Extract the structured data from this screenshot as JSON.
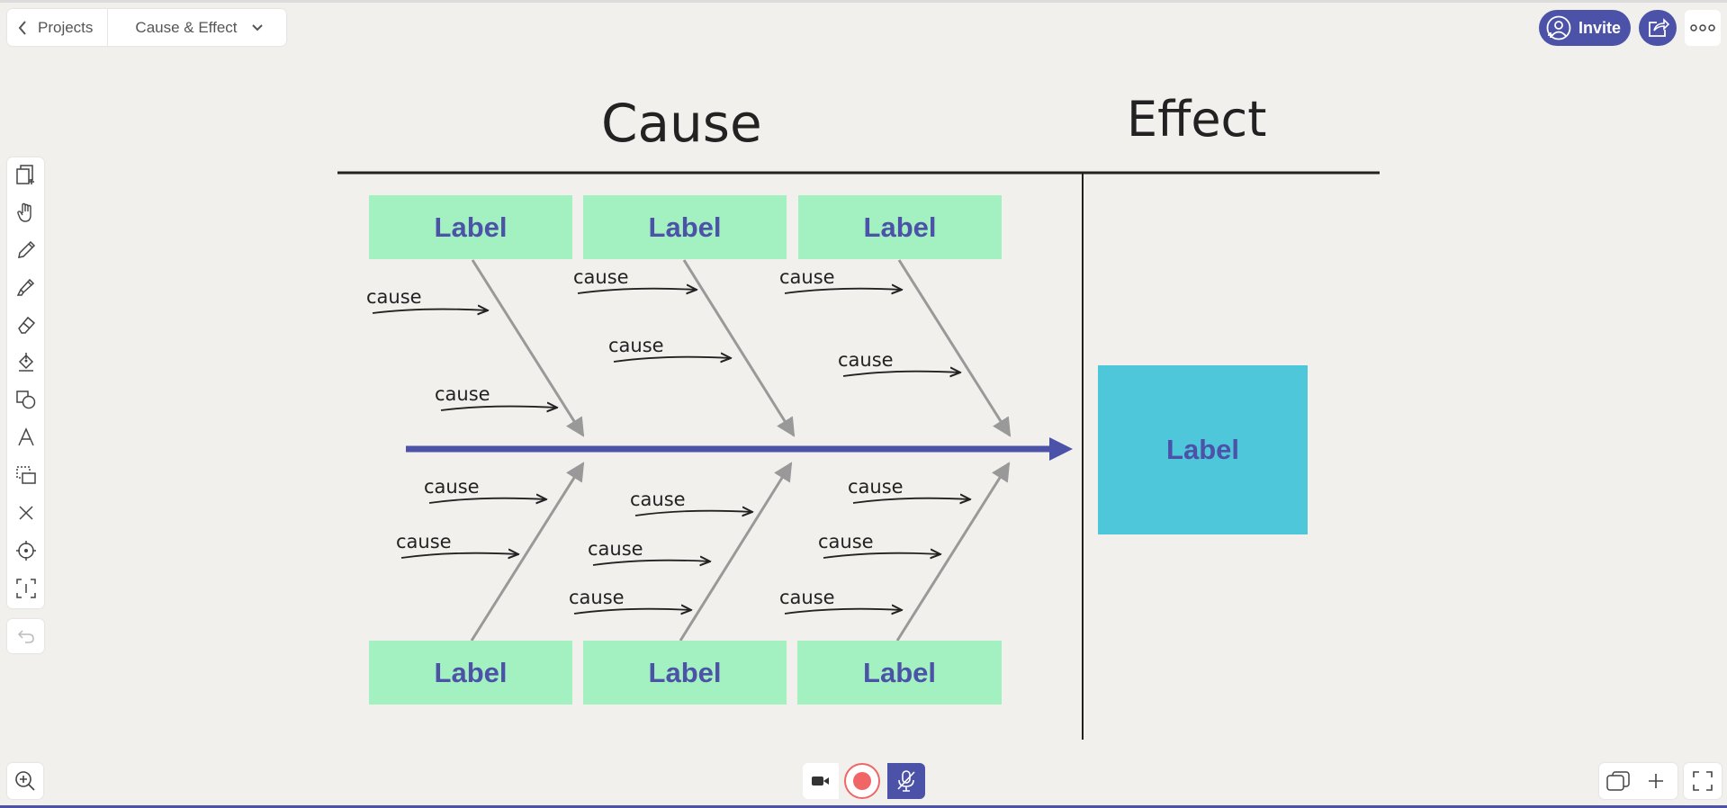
{
  "nav": {
    "back_label": "Projects",
    "project_label": "Cause & Effect"
  },
  "header": {
    "invite_label": "Invite"
  },
  "diagram": {
    "cause_heading": "Cause",
    "effect_heading": "Effect",
    "top_labels": [
      "Label",
      "Label",
      "Label"
    ],
    "bottom_labels": [
      "Label",
      "Label",
      "Label"
    ],
    "effect_label": "Label",
    "cause_text": "cause",
    "colors": {
      "label_fill": "#a3f0c0",
      "effect_fill": "#4fc7da",
      "spine": "#4b52a8",
      "label_text": "#4b52a8",
      "bone": "#999999"
    }
  },
  "toolbar": [
    "add-page",
    "hand",
    "pencil",
    "highlighter",
    "eraser",
    "fill",
    "shapes",
    "text",
    "select",
    "delete",
    "laser",
    "text-box"
  ]
}
